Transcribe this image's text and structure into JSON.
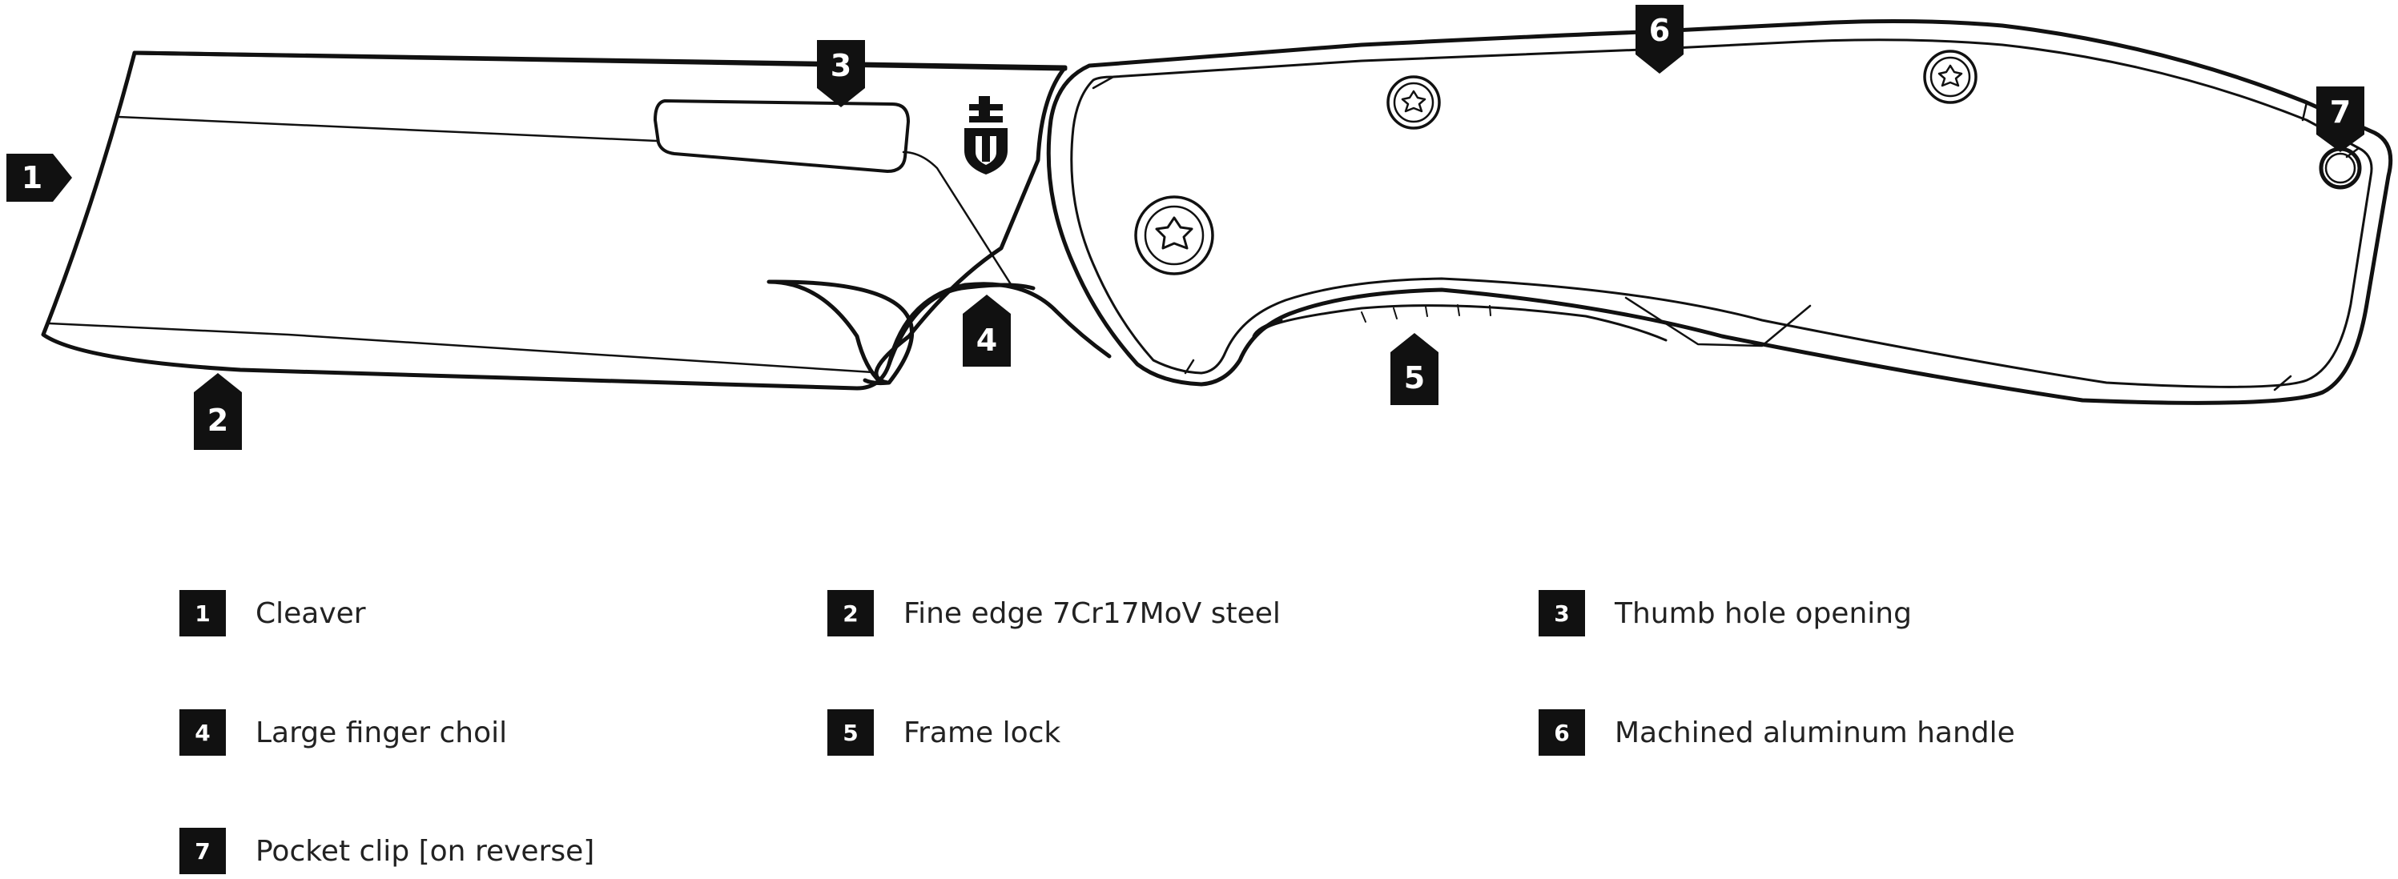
{
  "markers": {
    "m1": "1",
    "m2": "2",
    "m3": "3",
    "m4": "4",
    "m5": "5",
    "m6": "6",
    "m7": "7"
  },
  "legend": [
    {
      "number": "1",
      "label": "Cleaver"
    },
    {
      "number": "2",
      "label": "Fine edge 7Cr17MoV steel"
    },
    {
      "number": "3",
      "label": "Thumb hole opening"
    },
    {
      "number": "4",
      "label": "Large finger choil"
    },
    {
      "number": "5",
      "label": "Frame lock"
    },
    {
      "number": "6",
      "label": "Machined aluminum handle"
    },
    {
      "number": "7",
      "label": "Pocket clip [on reverse]"
    }
  ],
  "colors": {
    "line": "#111111",
    "marker_fill": "#111111",
    "text": "#222222",
    "background": "#ffffff"
  },
  "icons": [
    "gerber-logo-icon",
    "torx-screw-icon",
    "lanyard-hole-icon"
  ]
}
